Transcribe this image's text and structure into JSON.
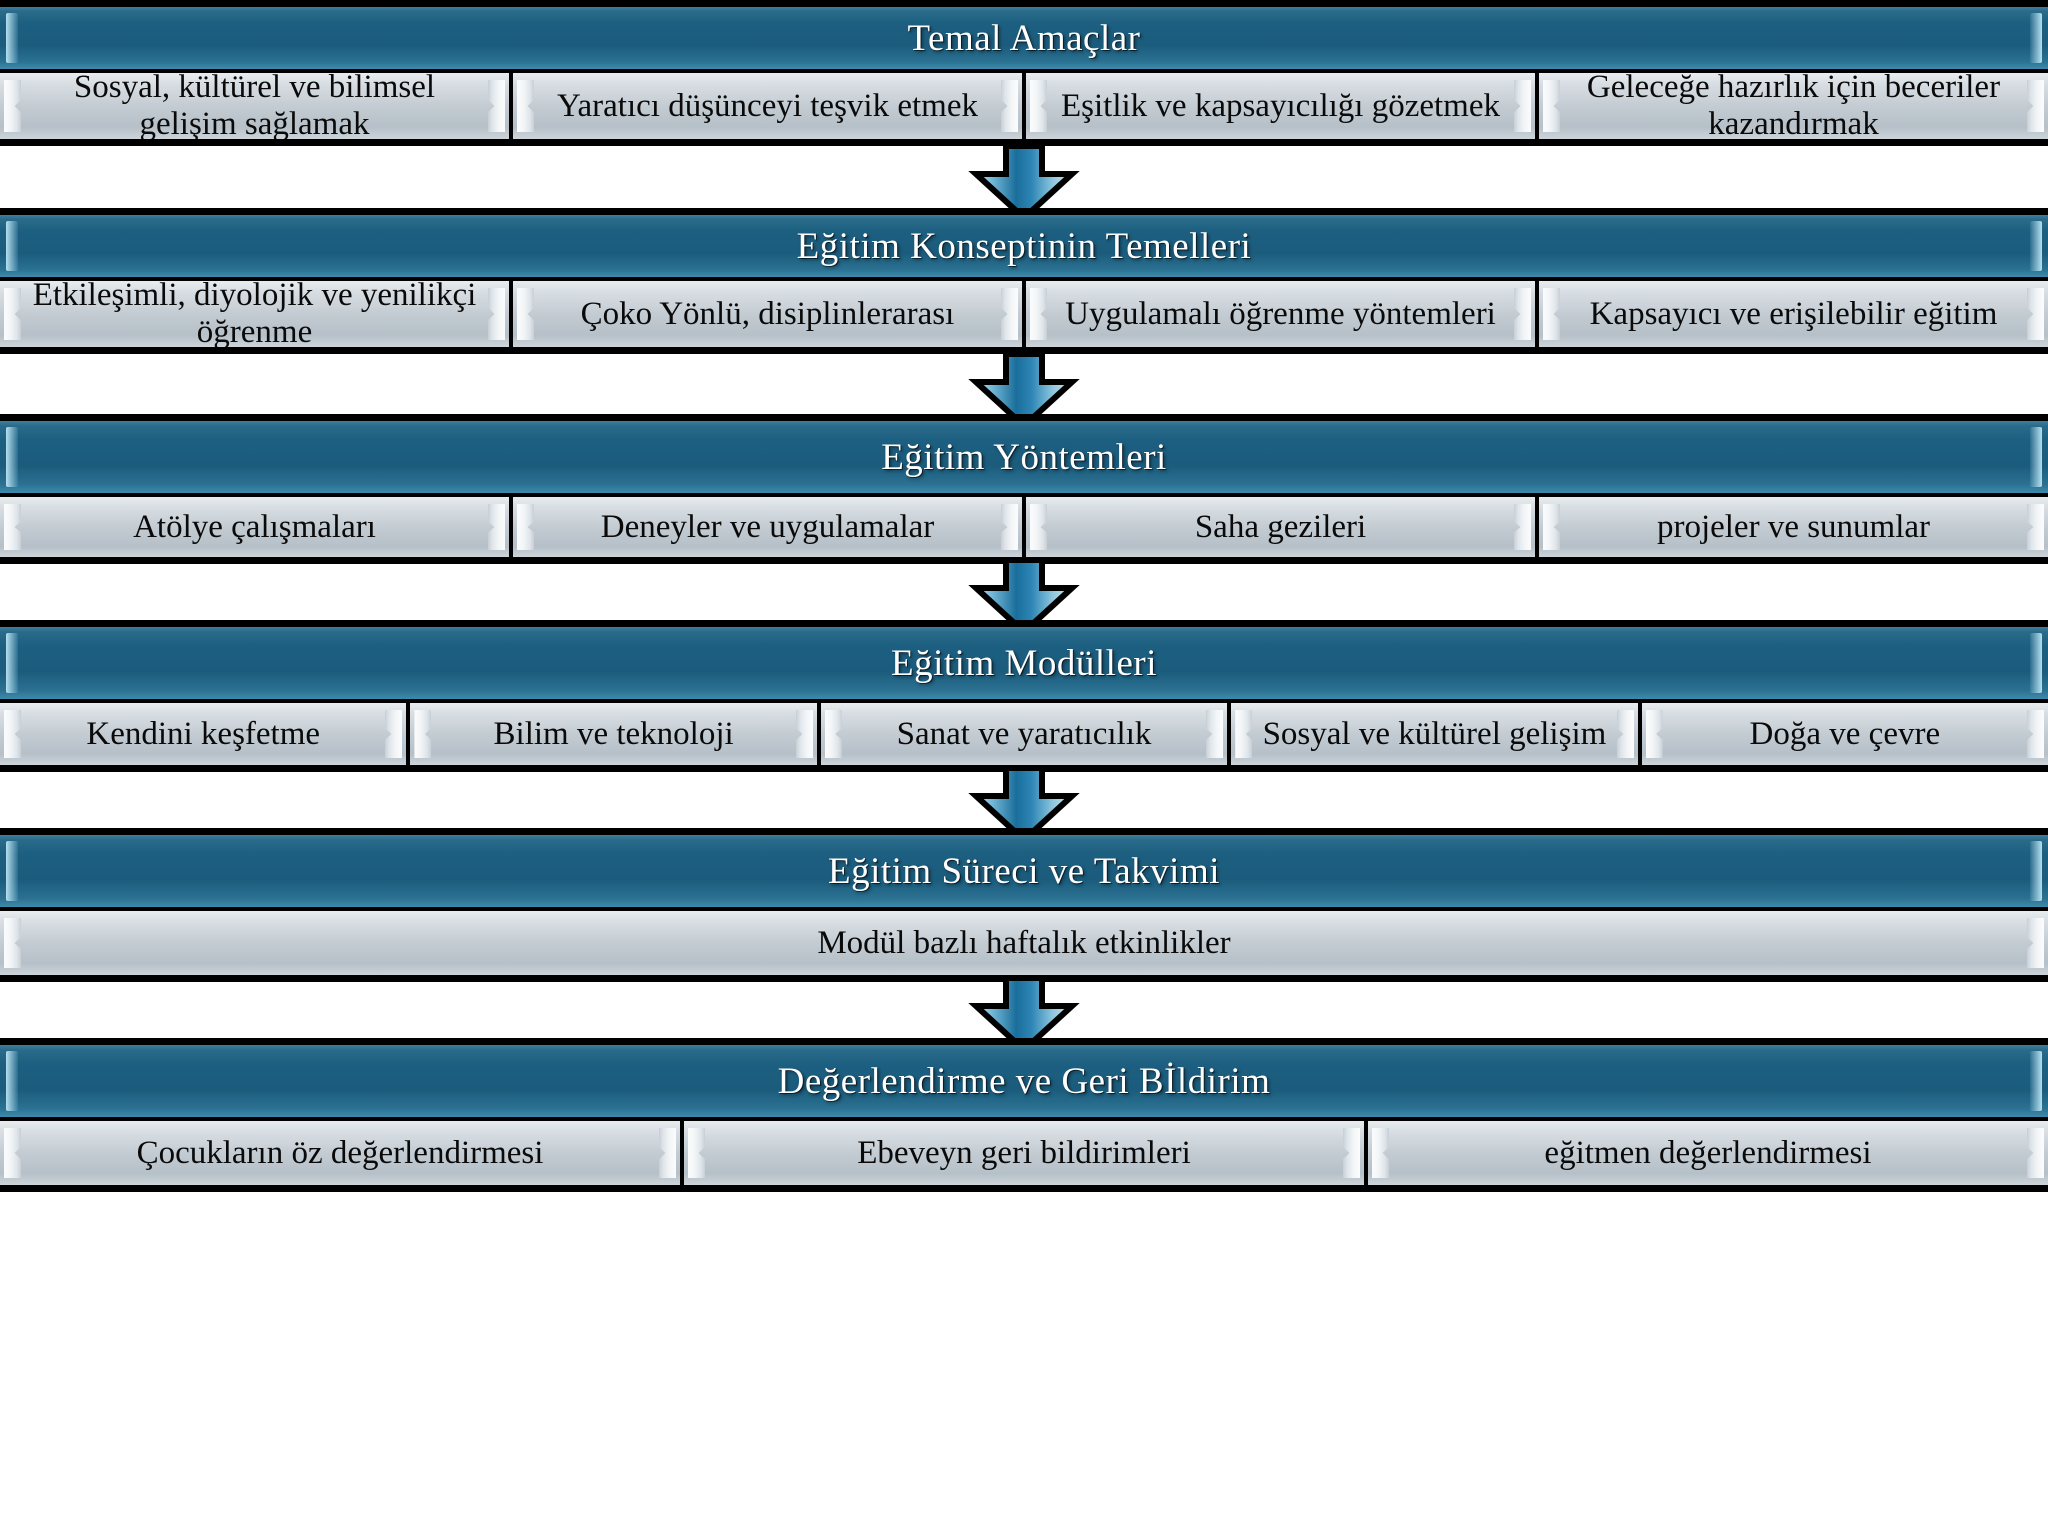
{
  "title": "Eğitim Konsepti Akış Şeması",
  "colors": {
    "header_teal": "#1b5c7d",
    "header_teal_light": "#3f7e9c",
    "sub_gray": "#c3cbd2",
    "outline": "#000000",
    "arrow_blue": "#2f86b4"
  },
  "stages": [
    {
      "id": "temel-amaclar",
      "header": "Temal Amaçlar",
      "items": [
        "Sosyal, kültürel ve bilimsel gelişim sağlamak",
        "Yaratıcı düşünceyi teşvik etmek",
        "Eşitlik ve kapsayıcılığı gözetmek",
        "Geleceğe hazırlık için beceriler kazandırmak"
      ]
    },
    {
      "id": "egitim-konseptinin-temelleri",
      "header": "Eğitim Konseptinin Temelleri",
      "items": [
        "Etkileşimli, diyolojik ve yenilikçi öğrenme",
        "Çoko Yönlü, disiplinlerarası",
        "Uygulamalı öğrenme yöntemleri",
        "Kapsayıcı ve erişilebilir eğitim"
      ]
    },
    {
      "id": "egitim-yontemleri",
      "header": "Eğitim Yöntemleri",
      "items": [
        "Atölye çalışmaları",
        "Deneyler ve uygulamalar",
        "Saha gezileri",
        "projeler ve sunumlar"
      ]
    },
    {
      "id": "egitim-modulleri",
      "header": "Eğitim Modülleri",
      "items": [
        "Kendini keşfetme",
        "Bilim ve teknoloji",
        "Sanat ve yaratıcılık",
        "Sosyal ve kültürel gelişim",
        "Doğa ve çevre"
      ]
    },
    {
      "id": "egitim-sureci-ve-takvimi",
      "header": "Eğitim Süreci ve Takvimi",
      "items": [
        "Modül bazlı haftalık etkinlikler"
      ]
    },
    {
      "id": "degerlendirme-ve-geri-bildirim",
      "header": "Değerlendirme ve Geri Bİldirim",
      "items": [
        "Çocukların öz değerlendirmesi",
        "Ebeveyn geri bildirimleri",
        "eğitmen değerlendirmesi"
      ]
    }
  ],
  "connectors": [
    {
      "id": "arrow-1",
      "from": "temel-amaclar",
      "to": "egitim-konseptinin-temelleri",
      "icon": "down-arrow-icon"
    },
    {
      "id": "arrow-2",
      "from": "egitim-konseptinin-temelleri",
      "to": "egitim-yontemleri",
      "icon": "down-arrow-icon"
    },
    {
      "id": "arrow-3",
      "from": "egitim-yontemleri",
      "to": "egitim-modulleri",
      "icon": "down-arrow-icon"
    },
    {
      "id": "arrow-4",
      "from": "egitim-modulleri",
      "to": "egitim-sureci-ve-takvimi",
      "icon": "down-arrow-icon"
    },
    {
      "id": "arrow-5",
      "from": "egitim-sureci-ve-takvimi",
      "to": "degerlendirme-ve-geri-bildirim",
      "icon": "down-arrow-icon"
    }
  ]
}
